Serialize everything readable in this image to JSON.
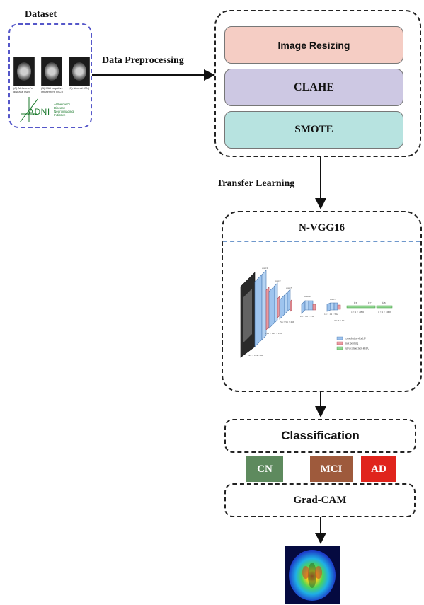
{
  "dataset": {
    "title": "Dataset",
    "thumbnails": [
      {
        "caption": "(A) Alzheimer's disease (AD)"
      },
      {
        "caption": "(B) Mild cognitive impairment (MCI)"
      },
      {
        "caption": "(C) Normal (CN)"
      }
    ],
    "logo": {
      "name": "ADNI",
      "subtitle": "Alzheimer's Disease Neuroimaging Initiative"
    }
  },
  "arrow_labels": {
    "preprocessing": "Data Preprocessing",
    "transfer": "Transfer Learning"
  },
  "preprocessing_steps": [
    "Image Resizing",
    "CLAHE",
    "SMOTE"
  ],
  "model": {
    "title": "N-VGG16",
    "figure": {
      "dims": [
        "224 × 224 × 64",
        "112 × 112 × 128",
        "56 × 56 × 256",
        "28 × 28 × 512",
        "14 × 14 × 512",
        "7 × 7 × 512",
        "1 × 1 × 4096",
        "1 × 1 × 1000"
      ],
      "layer_tags": [
        "conv1",
        "conv2",
        "conv3",
        "conv4",
        "conv5",
        "fc6",
        "fc7",
        "fc8"
      ],
      "legend": [
        "convolution+ReLU",
        "max pooling",
        "fully connected+ReLU"
      ]
    }
  },
  "classification": {
    "title": "Classification",
    "classes": [
      {
        "label": "CN",
        "color": "#5e8a5e"
      },
      {
        "label": "MCI",
        "color": "#9e5a3c"
      },
      {
        "label": "AD",
        "color": "#e0241c"
      }
    ]
  },
  "explainability": {
    "title": "Grad-CAM"
  }
}
